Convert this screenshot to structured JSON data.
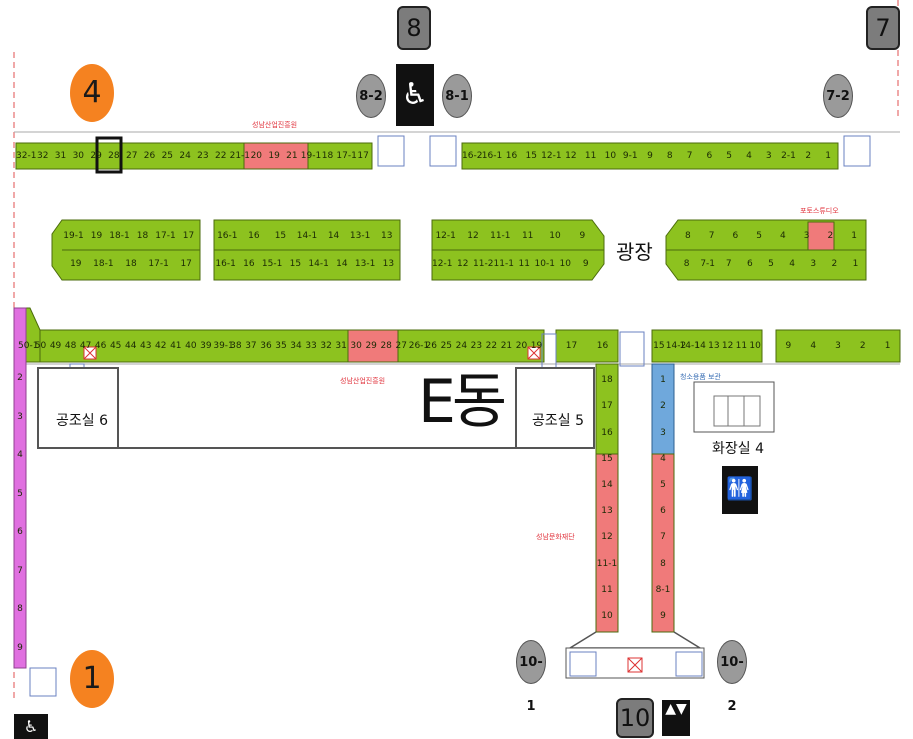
{
  "building_label": "E동",
  "plaza_label": "광장",
  "badges_gray": [
    "8",
    "7",
    "10"
  ],
  "badges_orange": [
    "4",
    "1"
  ],
  "badges_circle": [
    "8-2",
    "8-1",
    "7-2",
    "10-1",
    "10-2"
  ],
  "rooms": [
    "공조실 6",
    "공조실 5",
    "화장실 4"
  ],
  "red_labels": [
    "성남산업진흥원",
    "성남산업진흥원",
    "포토스튜디오",
    "성남문화재단"
  ],
  "blue_label": "청소용품 보관",
  "row_top_left": [
    "32-1",
    "32",
    "31",
    "30",
    "29",
    "28",
    "27",
    "26",
    "25",
    "24",
    "23",
    "22",
    "21-1",
    "20",
    "19",
    "21",
    "19-1",
    "18",
    "17-1",
    "17"
  ],
  "row_top_right": [
    "16-2",
    "16-1",
    "16",
    "15",
    "12-1",
    "12",
    "11",
    "10",
    "9-1",
    "9",
    "8",
    "7",
    "6",
    "5",
    "4",
    "3",
    "2-1",
    "2",
    "1"
  ],
  "island1": [
    "19-1",
    "19",
    "18-1",
    "18",
    "17-1",
    "17",
    "19",
    "18-1",
    "18",
    "17-1",
    "17"
  ],
  "island2": [
    "16-1",
    "16",
    "15",
    "14-1",
    "14",
    "13-1",
    "13",
    "16-1",
    "16",
    "15-1",
    "15",
    "14-1",
    "14",
    "13-1",
    "13"
  ],
  "island3": [
    "12-1",
    "12",
    "11-1",
    "11",
    "10",
    "9",
    "12-1",
    "12",
    "11-2",
    "11-1",
    "11",
    "10-1",
    "10",
    "9"
  ],
  "island4": [
    "8",
    "7",
    "6",
    "5",
    "4",
    "3",
    "2",
    "1",
    "8",
    "7-1",
    "7",
    "6",
    "5",
    "4",
    "3",
    "2",
    "1"
  ],
  "row_mid": [
    "50-1",
    "50",
    "49",
    "48",
    "47",
    "46",
    "45",
    "44",
    "43",
    "42",
    "41",
    "40",
    "39",
    "39-1",
    "38",
    "37",
    "36",
    "35",
    "34",
    "33",
    "32",
    "31",
    "30",
    "29",
    "28",
    "27",
    "26-1",
    "26",
    "25",
    "24",
    "23",
    "22",
    "21",
    "20",
    "19",
    "17",
    "16",
    "15",
    "14-2",
    "14-1",
    "14",
    "13",
    "12",
    "11",
    "10",
    "9",
    "4",
    "3",
    "2",
    "1"
  ],
  "col_left": [
    "18",
    "17",
    "16",
    "15",
    "14",
    "13",
    "12",
    "11-1",
    "11",
    "10"
  ],
  "col_right": [
    "1",
    "2",
    "3",
    "4",
    "5",
    "6",
    "7",
    "8",
    "8-1",
    "9"
  ],
  "col_far_left": [
    "2",
    "3",
    "4",
    "5",
    "6",
    "7",
    "8",
    "9"
  ],
  "icons": [
    "wheelchair-icon",
    "restroom-icon",
    "elevator-icon",
    "no-entry-icon",
    "selected-stall-marker"
  ]
}
